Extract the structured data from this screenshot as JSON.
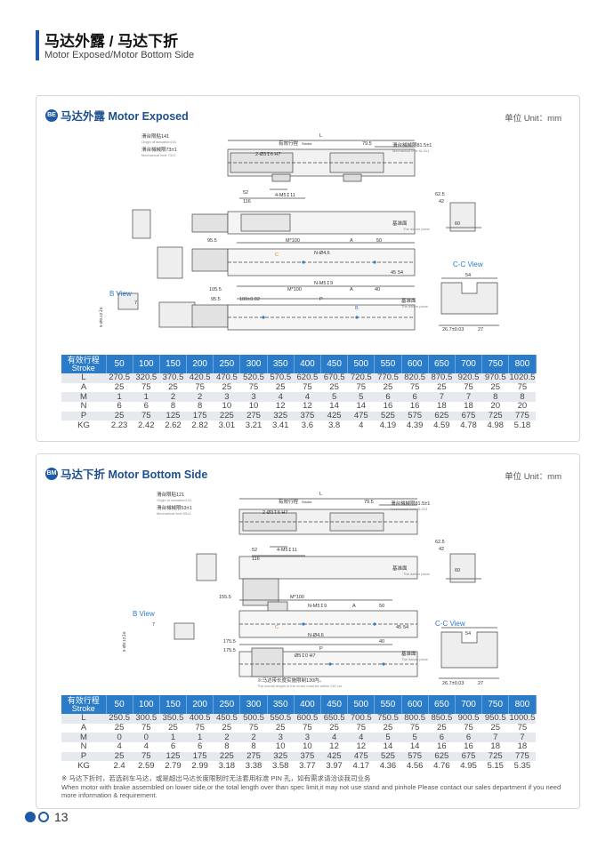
{
  "header": {
    "title": "马达外露 / 马达下折",
    "subtitle": "Motor Exposed/Motor Bottom Side"
  },
  "sections": [
    {
      "badge": "BE",
      "title": "马达外露 Motor   Exposed",
      "unit": "单位 Unit：mm",
      "drawing": {
        "stop_label": "滑台限贴141",
        "stop_label_en": "Origin of actuation141",
        "mech_label": "滑台械械限73±1",
        "mech_label_en": "Mechanical limit 73±1",
        "stroke_label": "有效行程",
        "stroke_en": "Stroke",
        "L": "L",
        "dim_79_5": "79.5",
        "right_mech": "滑台械械限81.5±1",
        "right_mech_en": "Mechanical limit 81.5±1",
        "hole_spec": "2-Ø3↧6 H7",
        "d52": "52",
        "d116": "116",
        "m5": "4-M5↧11",
        "d62_5": "62.5",
        "d42": "42",
        "d60": "60",
        "datum": "基准面",
        "datum_en": "The datum plane",
        "d95_5": "95.5",
        "m100": "M*100",
        "A": "A",
        "d50": "50",
        "n46": "N-Ø4.6",
        "c": "C",
        "d45": "45",
        "d54": "54",
        "d105_5": "105.5",
        "nm5": "N-M5↧9",
        "d40": "40",
        "bview": "B View",
        "d7": "7",
        "b_dim": "5-Ø0.12↧6",
        "d100": "100±0.02",
        "P": "P",
        "B": "B",
        "cc": "C-C View",
        "d54b": "54",
        "d26": "26.7±0.03",
        "d27": "27"
      },
      "table": {
        "header_cn": "有效行程",
        "header_en": "Stroke",
        "strokes": [
          "50",
          "100",
          "150",
          "200",
          "250",
          "300",
          "350",
          "400",
          "450",
          "500",
          "550",
          "600",
          "650",
          "700",
          "750",
          "800"
        ],
        "rows": [
          {
            "label": "L",
            "values": [
              "270.5",
              "320.5",
              "370.5",
              "420.5",
              "470.5",
              "520.5",
              "570.5",
              "620.5",
              "670.5",
              "720.5",
              "770.5",
              "820.5",
              "870.5",
              "920.5",
              "970.5",
              "1020.5"
            ]
          },
          {
            "label": "A",
            "values": [
              "25",
              "75",
              "25",
              "75",
              "25",
              "75",
              "25",
              "75",
              "25",
              "75",
              "25",
              "75",
              "25",
              "75",
              "25",
              "75"
            ]
          },
          {
            "label": "M",
            "values": [
              "1",
              "1",
              "2",
              "2",
              "3",
              "3",
              "4",
              "4",
              "5",
              "5",
              "6",
              "6",
              "7",
              "7",
              "8",
              "8"
            ]
          },
          {
            "label": "N",
            "values": [
              "6",
              "6",
              "8",
              "8",
              "10",
              "10",
              "12",
              "12",
              "14",
              "14",
              "16",
              "16",
              "18",
              "18",
              "20",
              "20"
            ]
          },
          {
            "label": "P",
            "values": [
              "25",
              "75",
              "125",
              "175",
              "225",
              "275",
              "325",
              "375",
              "425",
              "475",
              "525",
              "575",
              "625",
              "675",
              "725",
              "775"
            ]
          },
          {
            "label": "KG",
            "values": [
              "2.23",
              "2.42",
              "2.62",
              "2.82",
              "3.01",
              "3.21",
              "3.41",
              "3.6",
              "3.8",
              "4",
              "4.19",
              "4.39",
              "4.59",
              "4.78",
              "4.98",
              "5.18"
            ]
          }
        ]
      }
    },
    {
      "badge": "BM",
      "title": "马达下折 Motor Bottom Side",
      "unit": "单位 Unit：mm",
      "drawing": {
        "stop_label": "滑台限贴121",
        "stop_label_en": "Origin of actuation121",
        "mech_label": "滑台械械限53±1",
        "mech_label_en": "Mechanical limit 53±1",
        "stroke_label": "有效行程",
        "stroke_en": "Stroke",
        "L": "L",
        "dim_79_5": "79.5",
        "right_mech": "滑台械械限81.5±1",
        "right_mech_en": "Mechanical limit 81.5±1",
        "hole_spec": "2-Ø3↧6 H7",
        "d52": "52",
        "d116": "116",
        "m5": "4-M5↧11",
        "d62_5": "62.5",
        "d42": "42",
        "d60": "60",
        "datum": "基准面",
        "datum_en": "The datum plane",
        "d155_5": "155.5",
        "m100": "M*100",
        "A": "A",
        "d50": "50",
        "nm5": "N-M5↧9",
        "d45": "45",
        "d54": "54",
        "n46": "N-Ø4.6",
        "c": "C",
        "bview": "B View",
        "d7": "7",
        "b_dim": "5-Ø0.12↧6",
        "d175_5": "175.5",
        "d40": "40",
        "d65": "Ø5↧0 H7",
        "P": "P",
        "cc": "C-C View",
        "d54b": "54",
        "d26": "26.7±0.03",
        "d27": "27",
        "limit_note": "※马达带长度实施限制130内。",
        "limit_note_en": "The overall length of the motor must be within 130 cm."
      },
      "table": {
        "header_cn": "有效行程",
        "header_en": "Stroke",
        "strokes": [
          "50",
          "100",
          "150",
          "200",
          "250",
          "300",
          "350",
          "400",
          "450",
          "500",
          "550",
          "600",
          "650",
          "700",
          "750",
          "800"
        ],
        "rows": [
          {
            "label": "L",
            "values": [
              "250.5",
              "300.5",
              "350.5",
              "400.5",
              "450.5",
              "500.5",
              "550.5",
              "600.5",
              "650.5",
              "700.5",
              "750.5",
              "800.5",
              "850.5",
              "900.5",
              "950.5",
              "1000.5"
            ]
          },
          {
            "label": "A",
            "values": [
              "25",
              "75",
              "25",
              "75",
              "25",
              "75",
              "25",
              "75",
              "25",
              "75",
              "25",
              "75",
              "25",
              "75",
              "25",
              "75"
            ]
          },
          {
            "label": "M",
            "values": [
              "0",
              "0",
              "1",
              "1",
              "2",
              "2",
              "3",
              "3",
              "4",
              "4",
              "5",
              "5",
              "6",
              "6",
              "7",
              "7"
            ]
          },
          {
            "label": "N",
            "values": [
              "4",
              "4",
              "6",
              "6",
              "8",
              "8",
              "10",
              "10",
              "12",
              "12",
              "14",
              "14",
              "16",
              "16",
              "18",
              "18"
            ]
          },
          {
            "label": "P",
            "values": [
              "25",
              "75",
              "125",
              "175",
              "225",
              "275",
              "325",
              "375",
              "425",
              "475",
              "525",
              "575",
              "625",
              "675",
              "725",
              "775"
            ]
          },
          {
            "label": "KG",
            "values": [
              "2.4",
              "2.59",
              "2.79",
              "2.99",
              "3.18",
              "3.38",
              "3.58",
              "3.77",
              "3.97",
              "4.17",
              "4.36",
              "4.56",
              "4.76",
              "4.95",
              "5.15",
              "5.35"
            ]
          }
        ]
      },
      "note_cn": "※ 马达下折时，若选刹车马达，或是超出马达长度限制时无法套用标准 PIN 孔，如有需求请洽谈我司业务",
      "note_en": "When motor with brake assembled on lower side,or the total length over than spec limit,it may not use stand and pinhole Please contact our sales department if you need more information & requirement."
    }
  ],
  "footer": {
    "page": "13"
  }
}
